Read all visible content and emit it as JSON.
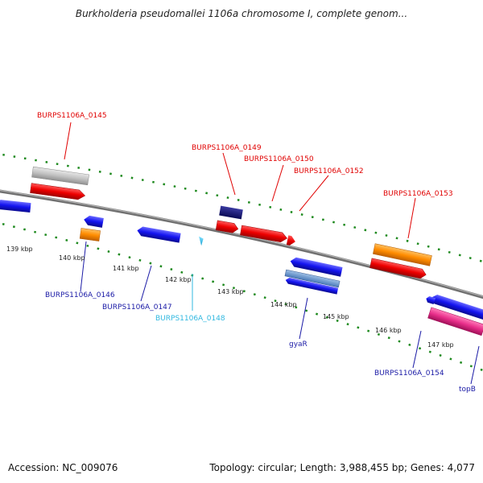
{
  "header": {
    "title": "Burkholderia pseudomallei 1106a chromosome I, complete genom..."
  },
  "footer": {
    "accession": "Accession: NC_009076",
    "summary": "Topology: circular; Length: 3,988,455 bp; Genes: 4,077"
  },
  "ticks": [
    {
      "label": "139 kbp"
    },
    {
      "label": "140 kbp"
    },
    {
      "label": "141 kbp"
    },
    {
      "label": "142 kbp"
    },
    {
      "label": "143 kbp"
    },
    {
      "label": "144 kbp"
    },
    {
      "label": "145 kbp"
    },
    {
      "label": "146 kbp"
    },
    {
      "label": "147 kbp"
    }
  ],
  "genes": [
    {
      "label": "BURPS1106A_0145",
      "color": "#e00000"
    },
    {
      "label": "BURPS1106A_0146",
      "color": "#1a1aa6"
    },
    {
      "label": "BURPS1106A_0147",
      "color": "#1a1aa6"
    },
    {
      "label": "BURPS1106A_0148",
      "color": "#30b8e0"
    },
    {
      "label": "BURPS1106A_0149",
      "color": "#e00000"
    },
    {
      "label": "BURPS1106A_0150",
      "color": "#e00000"
    },
    {
      "label": "BURPS1106A_0152",
      "color": "#e00000"
    },
    {
      "label": "BURPS1106A_0153",
      "color": "#e00000"
    },
    {
      "label": "gyaR",
      "color": "#1a1aa6"
    },
    {
      "label": "BURPS1106A_0154",
      "color": "#1a1aa6"
    },
    {
      "label": "topB",
      "color": "#1a1aa6"
    }
  ],
  "colors": {
    "backbone": "#8a8a8a",
    "gc_track": "#1f8a1f",
    "forward_gene": "#e00000",
    "reverse_gene": "#1a1af0",
    "rna_gene": "#ff8c00",
    "pseudo_gene": "#bdbdbd",
    "dark_gene": "#101070",
    "magenta_gene": "#e0308a",
    "blue_stripe": "#5a8fc8",
    "cyan_gene": "#30b8e0"
  }
}
